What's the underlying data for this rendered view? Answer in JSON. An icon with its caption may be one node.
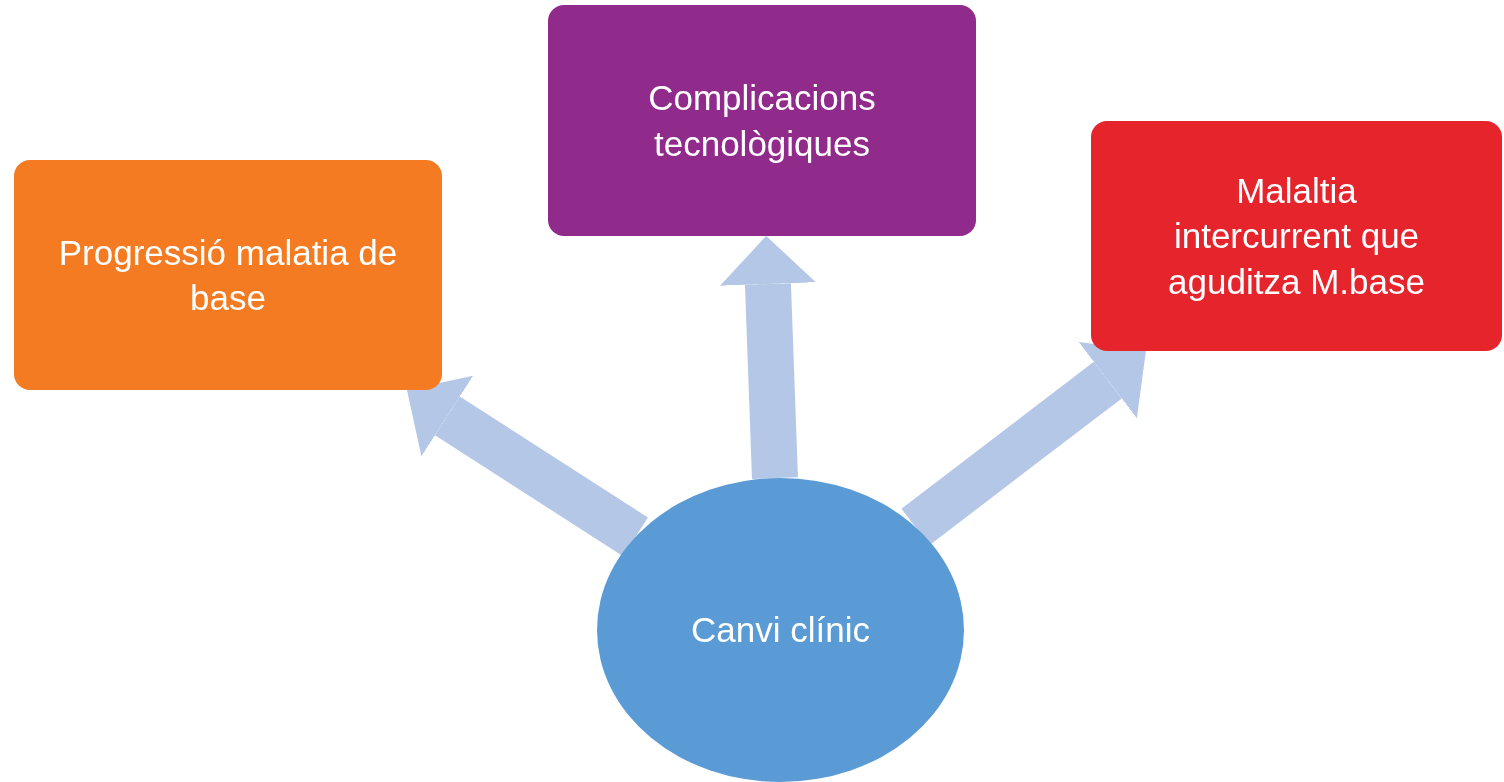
{
  "diagram": {
    "nodes": [
      {
        "text": [
          "Progressió malatia de base"
        ]
      },
      {
        "text": [
          "Complicacions tecnològiques"
        ]
      },
      {
        "text": [
          "Malaltia intercurrent que aguditza M.base"
        ]
      },
      {
        "text": [
          "Canvi clínic"
        ]
      }
    ],
    "edges": [
      {
        "from": 3,
        "to": 0,
        "arrow": "to"
      },
      {
        "from": 3,
        "to": 1,
        "arrow": "to"
      },
      {
        "from": 3,
        "to": 2,
        "arrow": "to"
      }
    ]
  }
}
